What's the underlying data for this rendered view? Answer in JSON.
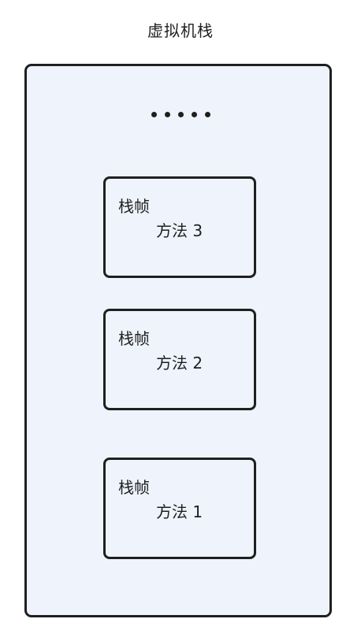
{
  "title": "虚拟机栈",
  "ellipsis_label": "•••••",
  "frames": [
    {
      "label": "栈帧",
      "method": "方法 3"
    },
    {
      "label": "栈帧",
      "method": "方法 2"
    },
    {
      "label": "栈帧",
      "method": "方法 1"
    }
  ],
  "colors": {
    "stack_fill": "#eef3fc",
    "border": "#1f1f1f",
    "text": "#1f1f1f",
    "background": "#ffffff"
  }
}
